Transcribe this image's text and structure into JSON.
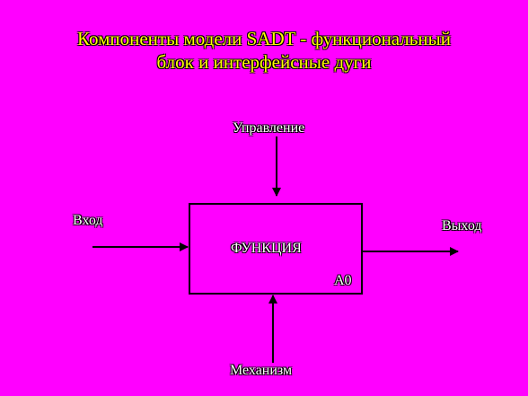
{
  "title": {
    "line1": "Компоненты модели SADT - функциональный",
    "line2": "блок и интерфейсные дуги"
  },
  "diagram": {
    "control_label": "Управление",
    "input_label": "Вход",
    "output_label": "Выход",
    "mechanism_label": "Механизм",
    "function_label": "ФУНКЦИЯ",
    "block_id": "А0"
  },
  "colors": {
    "background": "#ff00ff",
    "title_text": "#ffff00",
    "label_text": "#ffffff",
    "block_fill": "#ff00ff",
    "lines": "#000000"
  }
}
